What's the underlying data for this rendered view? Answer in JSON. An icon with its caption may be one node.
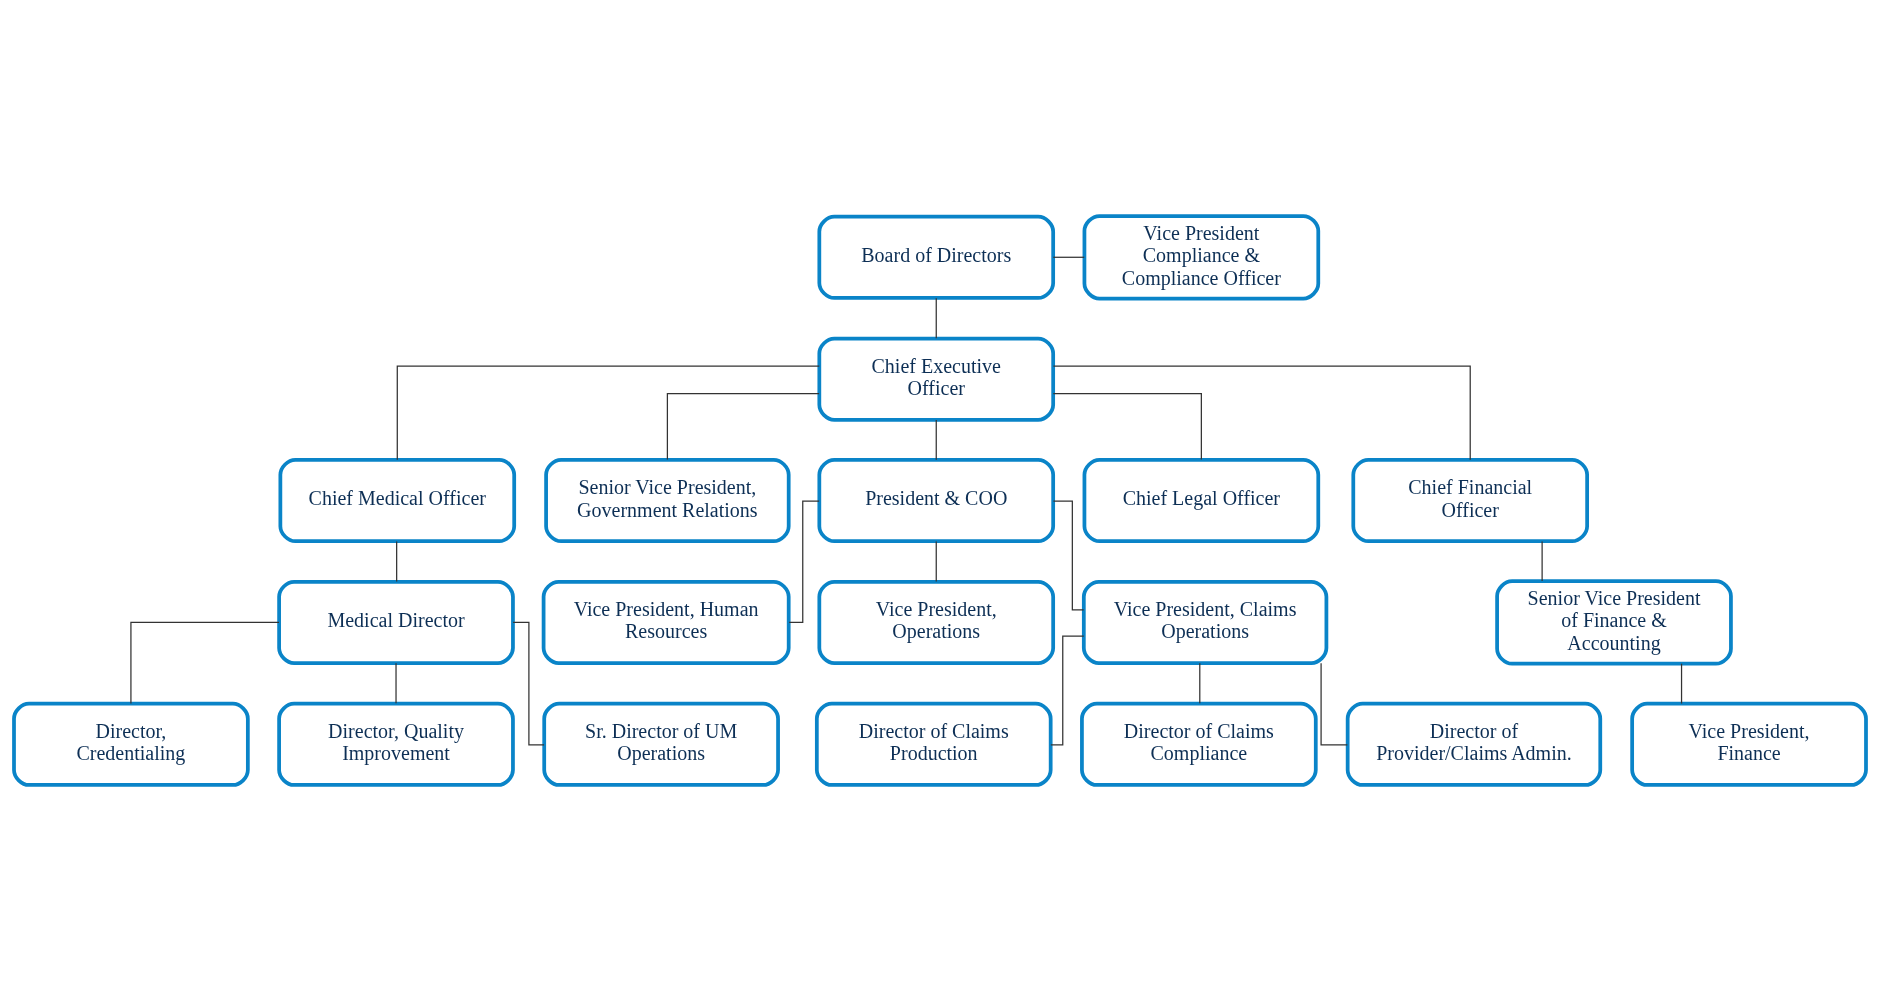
{
  "diagram": {
    "nodes": [
      {
        "text": [
          "Vice President Compliance & Compliance Officer"
        ]
      },
      {
        "text": [
          "Board of Directors"
        ]
      },
      {
        "text": [
          "Chief Executive Officer"
        ]
      },
      {
        "text": [
          "Chief Medical Officer"
        ]
      },
      {
        "text": [
          "Senior Vice President, Government Relations"
        ]
      },
      {
        "text": [
          "President & COO"
        ]
      },
      {
        "text": [
          "Chief Legal Officer"
        ]
      },
      {
        "text": [
          "Chief Financial Officer"
        ]
      },
      {
        "text": [
          "Medical Director"
        ]
      },
      {
        "text": [
          "Director, Credentialing"
        ]
      },
      {
        "text": [
          "Director, Quality Improvement"
        ]
      },
      {
        "text": [
          "Vice President, Human Resources"
        ]
      },
      {
        "text": [
          "Vice President, Operations"
        ]
      },
      {
        "text": [
          "Senior Vice President of Finance & Accounting"
        ]
      },
      {
        "text": [
          "Sr. Director of UM Operations"
        ]
      },
      {
        "text": [
          "Vice President, Claims Operations"
        ]
      },
      {
        "text": [
          "Vice President, Finance"
        ]
      },
      {
        "text": [
          "Director of Claims Production"
        ]
      },
      {
        "text": [
          "Director of Claims Compliance"
        ]
      },
      {
        "text": [
          "Director of Provider/Claims Admin."
        ]
      }
    ],
    "edges": [
      {
        "from": 1,
        "to": 0,
        "arrow": "none"
      },
      {
        "from": 1,
        "to": 2,
        "arrow": "none"
      },
      {
        "from": 2,
        "to": 3,
        "arrow": "none"
      },
      {
        "from": 2,
        "to": 4,
        "arrow": "none"
      },
      {
        "from": 2,
        "to": 5,
        "arrow": "none"
      },
      {
        "from": 2,
        "to": 6,
        "arrow": "none"
      },
      {
        "from": 2,
        "to": 7,
        "arrow": "none"
      },
      {
        "from": 3,
        "to": 8,
        "arrow": "none"
      },
      {
        "from": 8,
        "to": 9,
        "arrow": "none"
      },
      {
        "from": 8,
        "to": 10,
        "arrow": "none"
      },
      {
        "from": 8,
        "to": 14,
        "arrow": "none"
      },
      {
        "from": 5,
        "to": 11,
        "arrow": "none"
      },
      {
        "from": 5,
        "to": 12,
        "arrow": "none"
      },
      {
        "from": 5,
        "to": 15,
        "arrow": "none"
      },
      {
        "from": 7,
        "to": 13,
        "arrow": "none"
      },
      {
        "from": 13,
        "to": 16,
        "arrow": "none"
      },
      {
        "from": 15,
        "to": 17,
        "arrow": "none"
      },
      {
        "from": 15,
        "to": 18,
        "arrow": "none"
      },
      {
        "from": 15,
        "to": 19,
        "arrow": "none"
      }
    ]
  }
}
